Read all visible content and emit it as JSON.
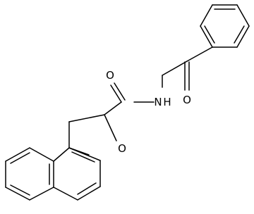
{
  "colors": {
    "background": "#ffffff",
    "bond": "#000000",
    "label": "#000000"
  },
  "labels": {
    "carbonyl_oxygen_amide": "O",
    "amide_nitrogen": "N",
    "amide_hydrogen": "H",
    "carbonyl_oxygen_ketone": "O",
    "ring_oxygen": "O"
  }
}
